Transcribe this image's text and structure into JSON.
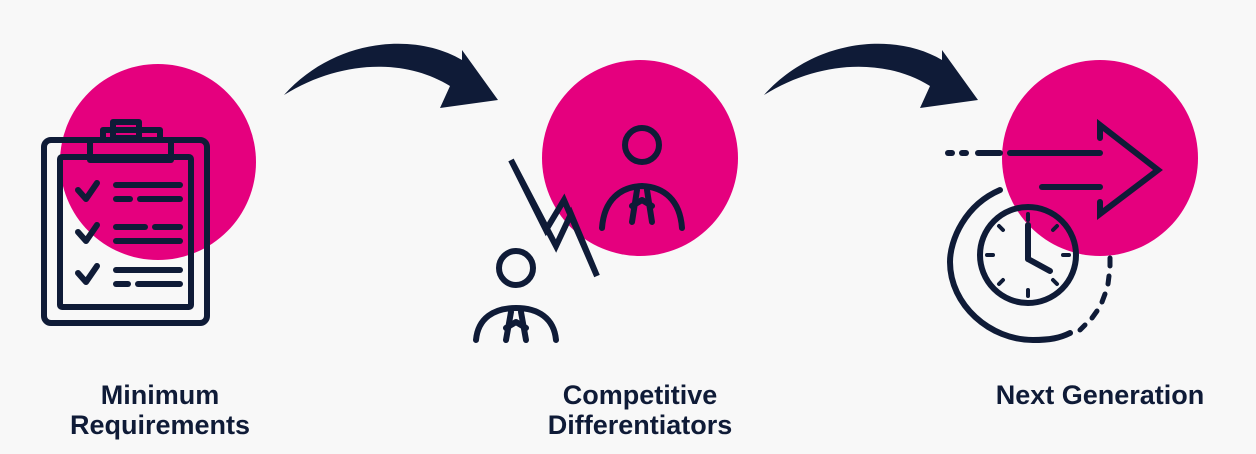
{
  "colors": {
    "accent": "#e5007e",
    "ink": "#0f1b37",
    "background": "#f8f8f8"
  },
  "steps": [
    {
      "icon": "clipboard-checklist-icon",
      "label_line1": "Minimum",
      "label_line2": "Requirements"
    },
    {
      "icon": "competing-people-icon",
      "label_line1": "Competitive",
      "label_line2": "Differentiators"
    },
    {
      "icon": "clock-forward-arrow-icon",
      "label_line1": "Next Generation",
      "label_line2": ""
    }
  ],
  "connectors": [
    {
      "from": 1,
      "to": 2,
      "icon": "curved-arrow-icon"
    },
    {
      "from": 2,
      "to": 3,
      "icon": "curved-arrow-icon"
    }
  ]
}
